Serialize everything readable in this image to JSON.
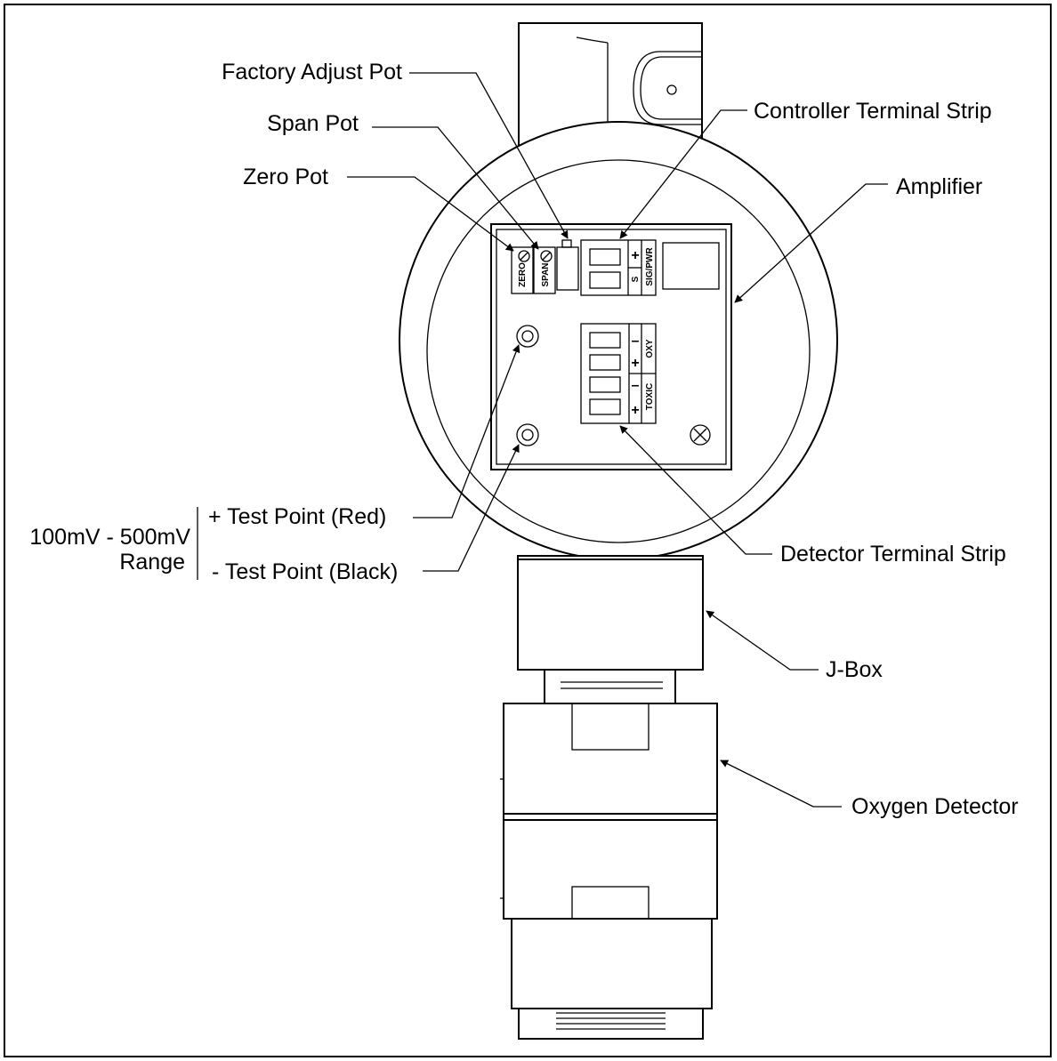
{
  "labels": {
    "factory_adjust_pot": "Factory Adjust Pot",
    "span_pot": "Span Pot",
    "zero_pot": "Zero Pot",
    "controller_terminal_strip": "Controller Terminal Strip",
    "amplifier": "Amplifier",
    "range_line1": "100mV - 500mV",
    "range_line2": "Range",
    "test_point_red": "+ Test Point (Red)",
    "test_point_black": "- Test Point (Black)",
    "detector_terminal_strip": "Detector Terminal Strip",
    "j_box": "J-Box",
    "oxygen_detector": "Oxygen Detector"
  },
  "board_marks": {
    "zero": "ZERO",
    "span": "SPAN",
    "sig_pwr": "SIG/PWR",
    "s": "S",
    "plus": "+",
    "minus": "–",
    "oxy": "OXY",
    "toxic": "TOXIC"
  }
}
